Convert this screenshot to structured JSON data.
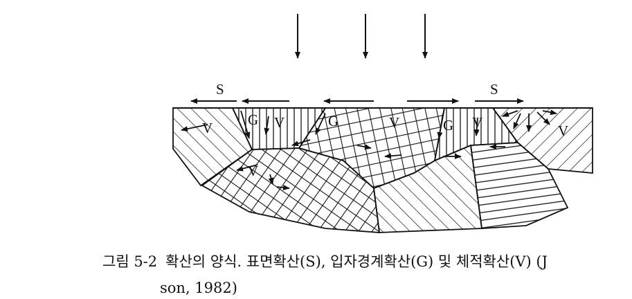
{
  "figure": {
    "diffusion_labels": {
      "surface": "S",
      "grain_boundary": "G",
      "volume": "V"
    }
  },
  "caption": {
    "number": "그림 5-2",
    "text_line1": "확산의 양식. 표면확산(S), 입자경계확산(G) 및 체적확산(V) (J",
    "text_line2": "son, 1982)"
  }
}
